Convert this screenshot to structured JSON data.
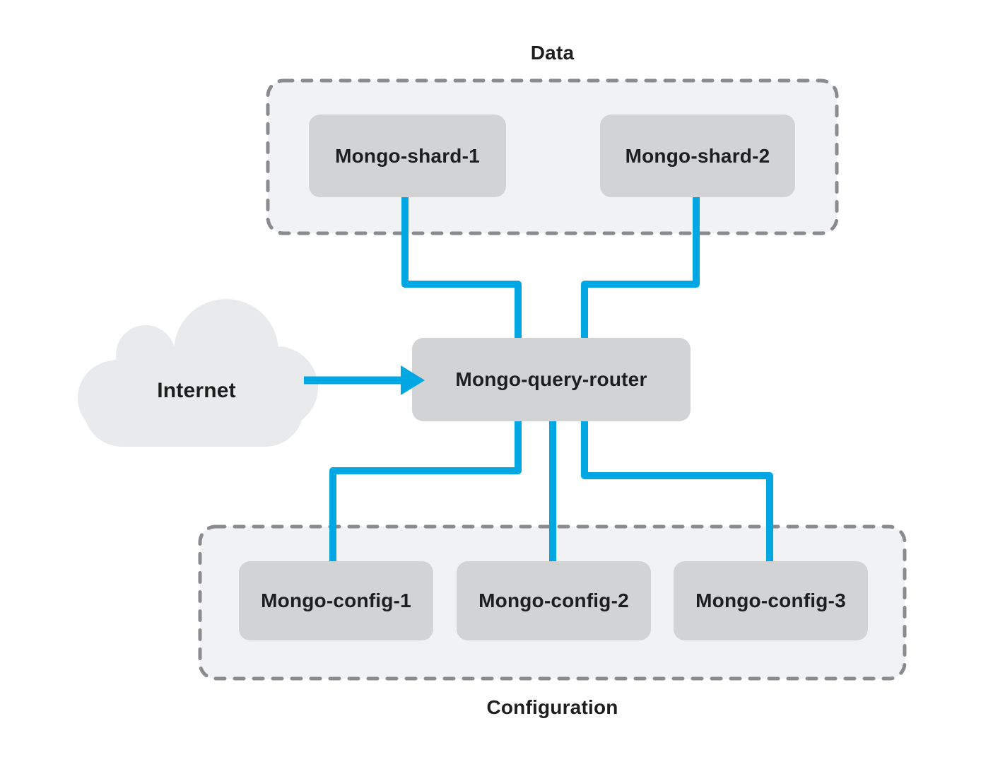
{
  "diagram": {
    "type": "architecture-diagram",
    "colors": {
      "connector": "#00a7e3",
      "node_fill": "#d2d3d5",
      "group_fill": "#f1f2f4",
      "group_border": "#8a8b8f",
      "cloud_fill": "#e9eaeb",
      "text": "#1e1e1e",
      "background": "#ffffff"
    },
    "groups": [
      {
        "id": "data",
        "label": "Data",
        "label_position": "top",
        "border_style": "dashed"
      },
      {
        "id": "configuration",
        "label": "Configuration",
        "label_position": "bottom",
        "border_style": "dashed"
      }
    ],
    "nodes": [
      {
        "id": "internet",
        "label": "Internet",
        "shape": "cloud"
      },
      {
        "id": "mongo-shard-1",
        "label": "Mongo-shard-1",
        "shape": "rounded-rect",
        "group": "data"
      },
      {
        "id": "mongo-shard-2",
        "label": "Mongo-shard-2",
        "shape": "rounded-rect",
        "group": "data"
      },
      {
        "id": "mongo-query-router",
        "label": "Mongo-query-router",
        "shape": "rounded-rect",
        "group": null
      },
      {
        "id": "mongo-config-1",
        "label": "Mongo-config-1",
        "shape": "rounded-rect",
        "group": "configuration"
      },
      {
        "id": "mongo-config-2",
        "label": "Mongo-config-2",
        "shape": "rounded-rect",
        "group": "configuration"
      },
      {
        "id": "mongo-config-3",
        "label": "Mongo-config-3",
        "shape": "rounded-rect",
        "group": "configuration"
      }
    ],
    "edges": [
      {
        "from": "mongo-shard-1",
        "to": "mongo-query-router",
        "style": "elbow",
        "directed": false
      },
      {
        "from": "mongo-shard-2",
        "to": "mongo-query-router",
        "style": "elbow",
        "directed": false
      },
      {
        "from": "internet",
        "to": "mongo-query-router",
        "style": "straight",
        "directed": true
      },
      {
        "from": "mongo-query-router",
        "to": "mongo-config-1",
        "style": "elbow",
        "directed": false
      },
      {
        "from": "mongo-query-router",
        "to": "mongo-config-2",
        "style": "straight",
        "directed": false
      },
      {
        "from": "mongo-query-router",
        "to": "mongo-config-3",
        "style": "elbow",
        "directed": false
      }
    ]
  }
}
